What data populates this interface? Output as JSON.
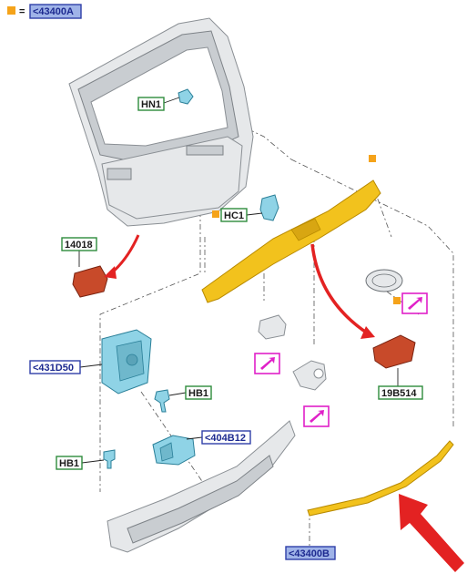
{
  "legend": {
    "marker_color": "#f5a31a",
    "equals": "=",
    "code": "<43400A"
  },
  "labels": {
    "hn1": "HN1",
    "hc1": "HC1",
    "p14018": "14018",
    "p431d50": "<431D50",
    "hb1_top": "HB1",
    "p404b12": "<404B12",
    "hb1_bottom": "HB1",
    "p19b514": "19B514",
    "p43400b": "<43400B"
  },
  "colors": {
    "label_green": "#2e8b3c",
    "label_blue": "#2f3fa8",
    "highlight_red": "#e32222",
    "trim_yellow": "#f2c21d",
    "clip_blue": "#8fd3e6",
    "ref_magenta": "#e020c8"
  },
  "icons": [
    "orange-square-icon",
    "magenta-arrow-reference-icon",
    "red-pointer-arrow-icon"
  ]
}
